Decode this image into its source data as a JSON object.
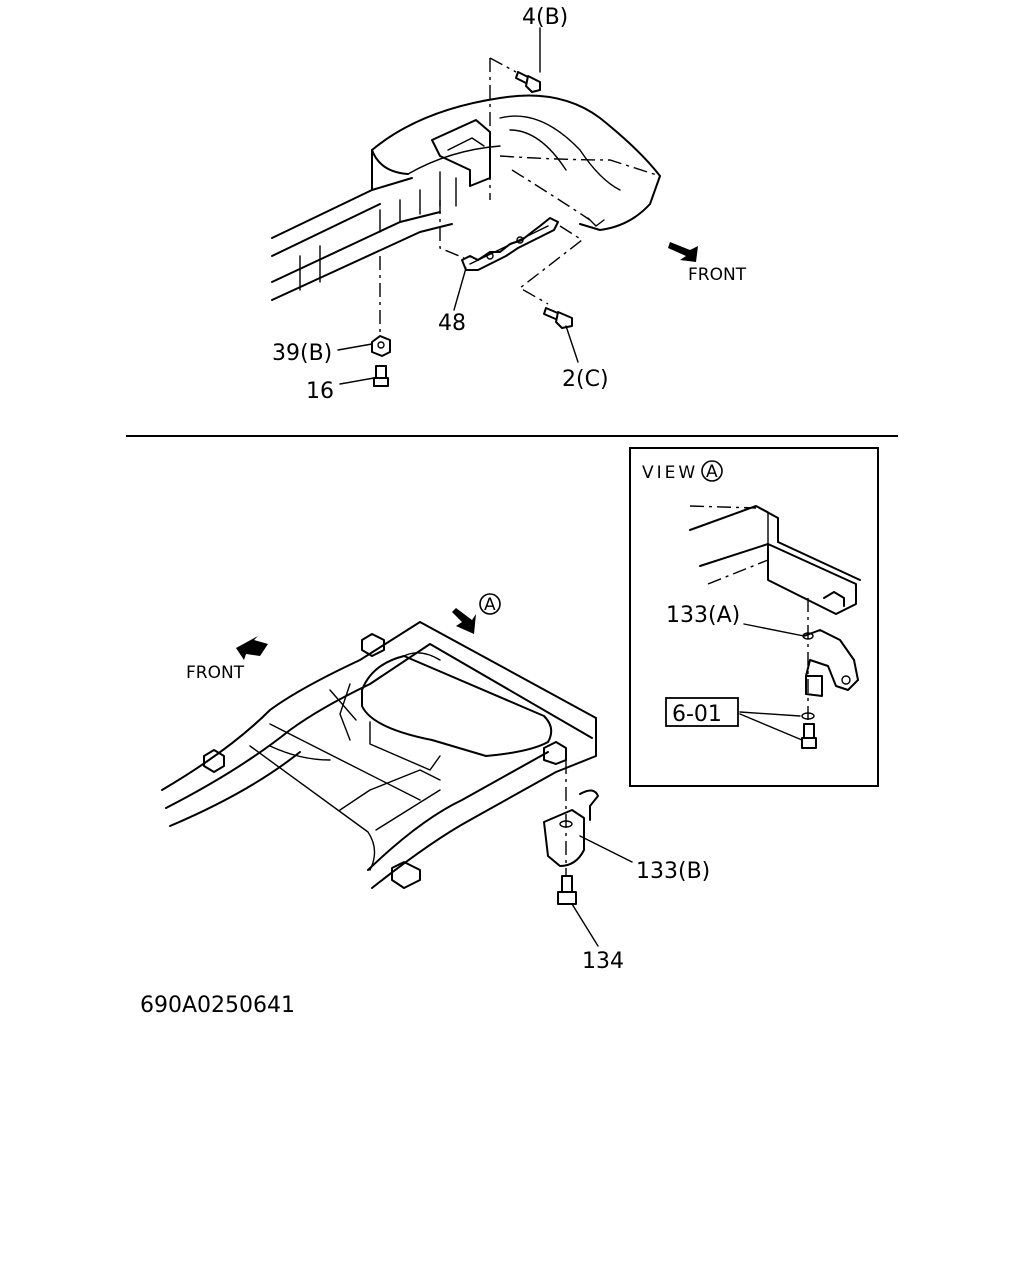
{
  "top_view": {
    "labels": {
      "p4b": "4(B)",
      "front": "FRONT",
      "p48": "48",
      "p39b": "39(B)",
      "p16": "16",
      "p2c": "2(C)"
    }
  },
  "bottom_view": {
    "labels": {
      "front": "FRONT",
      "view_marker": "A",
      "p133b": "133(B)",
      "p134": "134"
    },
    "inset": {
      "title": "VIEW",
      "title_marker": "A",
      "p133a": "133(A)",
      "ref_box": "6-01"
    }
  },
  "figure_id": "690A0250641"
}
